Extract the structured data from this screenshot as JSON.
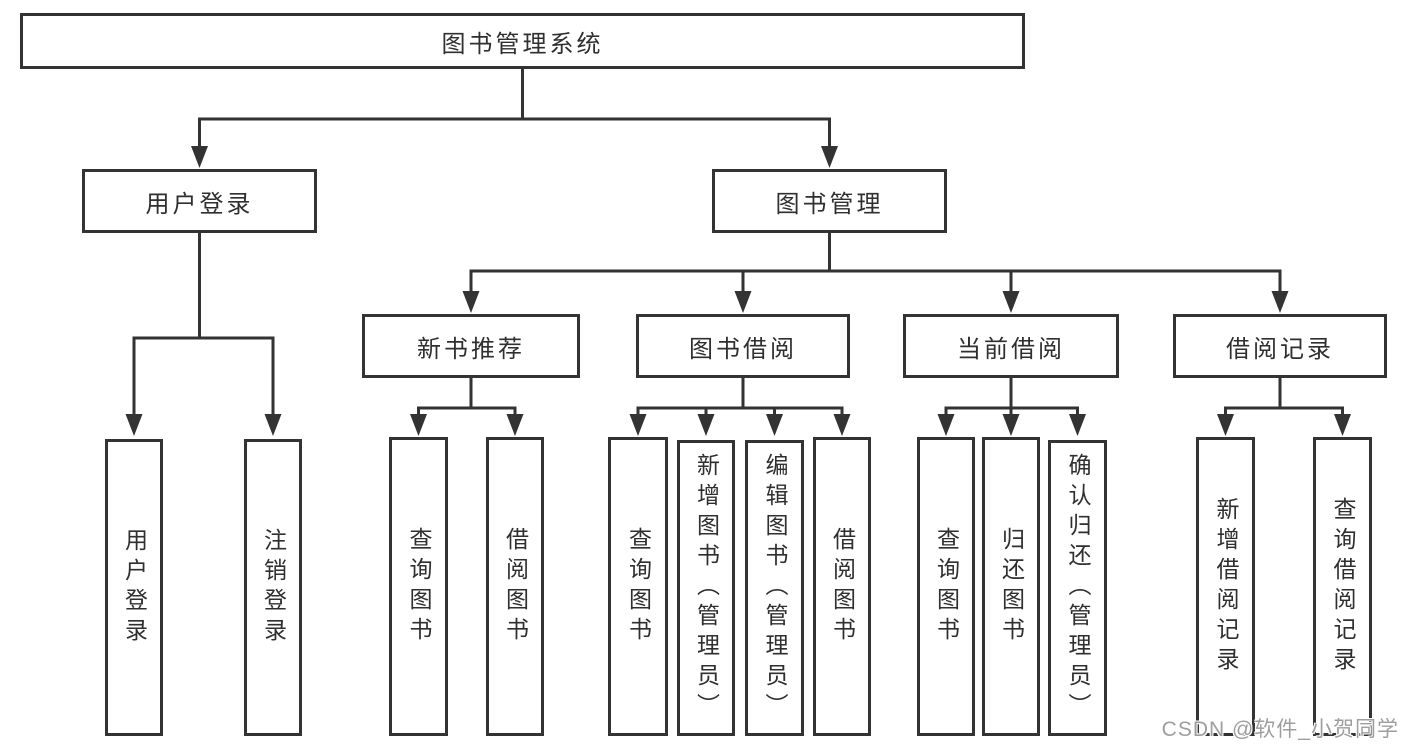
{
  "colors": {
    "line": "#333333",
    "box_border": "#333333",
    "text": "#2f2f2f",
    "background": "#ffffff",
    "watermark": "#9e9e9e"
  },
  "watermark": {
    "text": "CSDN @软件_小贺同学"
  },
  "tree": {
    "root": {
      "label": "图书管理系统",
      "children": [
        {
          "label": "用户登录",
          "children": [
            {
              "label": "用户登录"
            },
            {
              "label": "注销登录"
            }
          ]
        },
        {
          "label": "图书管理",
          "children": [
            {
              "label": "新书推荐",
              "children": [
                {
                  "label": "查询图书"
                },
                {
                  "label": "借阅图书"
                }
              ]
            },
            {
              "label": "图书借阅",
              "children": [
                {
                  "label": "查询图书"
                },
                {
                  "label": "新增图书（管理员）"
                },
                {
                  "label": "编辑图书（管理员）"
                },
                {
                  "label": "借阅图书"
                }
              ]
            },
            {
              "label": "当前借阅",
              "children": [
                {
                  "label": "查询图书"
                },
                {
                  "label": "归还图书"
                },
                {
                  "label": "确认归还（管理员）"
                }
              ]
            },
            {
              "label": "借阅记录",
              "children": [
                {
                  "label": "新增借阅记录"
                },
                {
                  "label": "查询借阅记录"
                }
              ]
            }
          ]
        }
      ]
    }
  }
}
